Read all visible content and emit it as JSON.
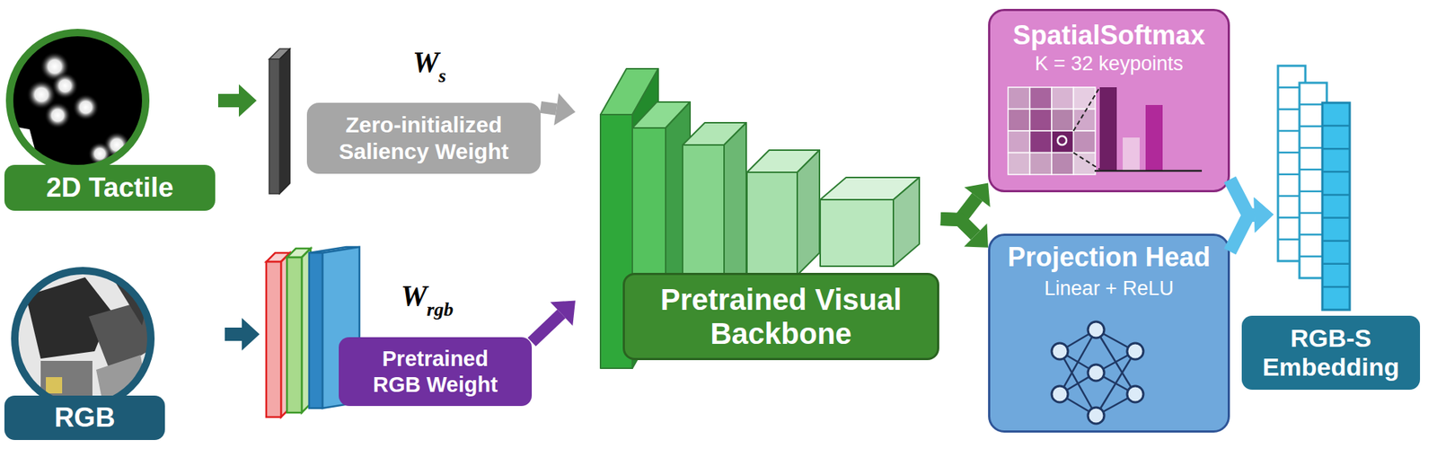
{
  "diagram": {
    "nodes": [
      {
        "text": [
          "2D Tactile"
        ]
      },
      {
        "text": [
          "RGB"
        ]
      },
      {
        "text": [
          "Zero-initialized Saliency Weight"
        ]
      },
      {
        "text": [
          "Pretrained RGB Weight"
        ]
      },
      {
        "text": [
          "Pretrained Visual Backbone"
        ]
      },
      {
        "text": [
          "SpatialSoftmax",
          "K = 32 keypoints"
        ]
      },
      {
        "text": [
          "Projection Head",
          "Linear + ReLU"
        ]
      },
      {
        "text": [
          "RGB-S Embedding"
        ]
      }
    ],
    "edges": [
      {
        "from": 2,
        "to": 4,
        "arrow": "to"
      },
      {
        "from": 3,
        "to": 4,
        "arrow": "to"
      },
      {
        "from": 4,
        "to": 5,
        "arrow": "to"
      },
      {
        "from": 4,
        "to": 6,
        "arrow": "to"
      },
      {
        "from": 5,
        "to": 7,
        "arrow": "to"
      },
      {
        "from": 6,
        "to": 7,
        "arrow": "to"
      }
    ],
    "labels": [
      "W",
      "s",
      "W",
      "rgb"
    ]
  }
}
